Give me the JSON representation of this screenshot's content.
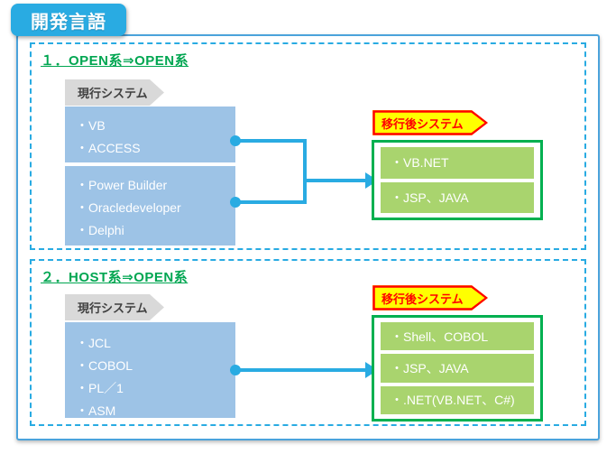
{
  "title_tab": {
    "label": "開発言語"
  },
  "colors": {
    "accent_blue": "#29ABE2",
    "panel_border": "#4BA3DB",
    "section_title_green": "#00A651",
    "source_box_blue": "#9DC3E6",
    "target_box_green": "#A9D46E",
    "target_border_green": "#00B050",
    "tag_gray": "#D9D9D9",
    "tag_yellow": "#FFFF00",
    "tag_red_text": "#FF0000",
    "connector_blue": "#29ABE2"
  },
  "sections": [
    {
      "title": "１．OPEN系⇒OPEN系",
      "source": {
        "tag": "現行システム",
        "boxes": [
          {
            "rows": [
              "・VB",
              "・ACCESS"
            ]
          },
          {
            "rows": [
              "・Power Builder",
              "・Oracledeveloper",
              "・Delphi"
            ]
          }
        ]
      },
      "target": {
        "tag": "移行後システム",
        "boxes": [
          "・VB.NET",
          "・JSP、JAVA"
        ]
      }
    },
    {
      "title": "２．HOST系⇒OPEN系",
      "source": {
        "tag": "現行システム",
        "boxes": [
          {
            "rows": [
              "・JCL",
              "・COBOL",
              "・PL／1",
              "・ASM"
            ]
          }
        ]
      },
      "target": {
        "tag": "移行後システム",
        "boxes": [
          "・Shell、COBOL",
          "・JSP、JAVA",
          "・.NET(VB.NET、C#)"
        ]
      }
    }
  ]
}
